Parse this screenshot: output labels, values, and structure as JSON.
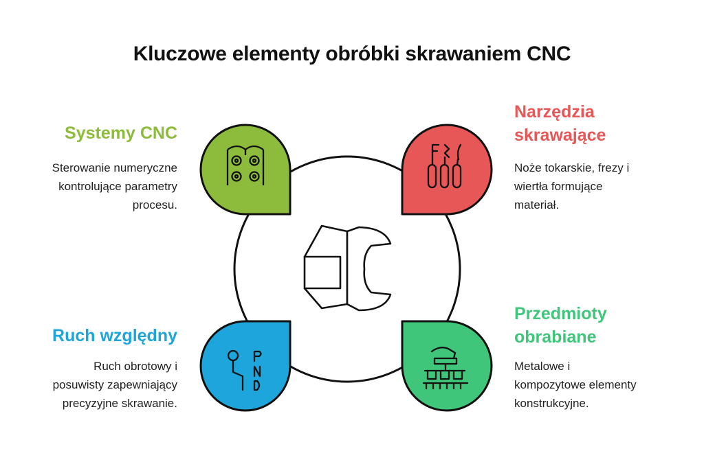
{
  "title": "Kluczowe elementy obróbki skrawaniem CNC",
  "colors": {
    "cnc": "#8dbb3c",
    "tools": "#e85757",
    "motion": "#1ea6dc",
    "workpiece": "#3fc67a",
    "outline": "#111111"
  },
  "center": {
    "icon": "wrench-icon"
  },
  "sections": {
    "cnc": {
      "icon": "control-panel-icon",
      "heading_lines": [
        "Systemy CNC"
      ],
      "desc_lines": [
        "Sterowanie numeryczne",
        "kontrolujące parametry",
        "procesu."
      ]
    },
    "tools": {
      "icon": "cutting-tools-icon",
      "heading_lines": [
        "Narzędzia",
        "skrawające"
      ],
      "desc_lines": [
        "Noże tokarskie, frezy i",
        "wiertła formujące",
        "materiał."
      ]
    },
    "motion": {
      "icon": "gear-shift-icon",
      "heading_lines": [
        "Ruch względny"
      ],
      "desc_lines": [
        "Ruch obrotowy i",
        "posuwisty zapewniający",
        "precyzyjne skrawanie."
      ]
    },
    "workpiece": {
      "icon": "machine-bed-icon",
      "heading_lines": [
        "Przedmioty",
        "obrabiane"
      ],
      "desc_lines": [
        "Metalowe i",
        "kompozytowe elementy",
        "konstrukcyjne."
      ]
    }
  }
}
